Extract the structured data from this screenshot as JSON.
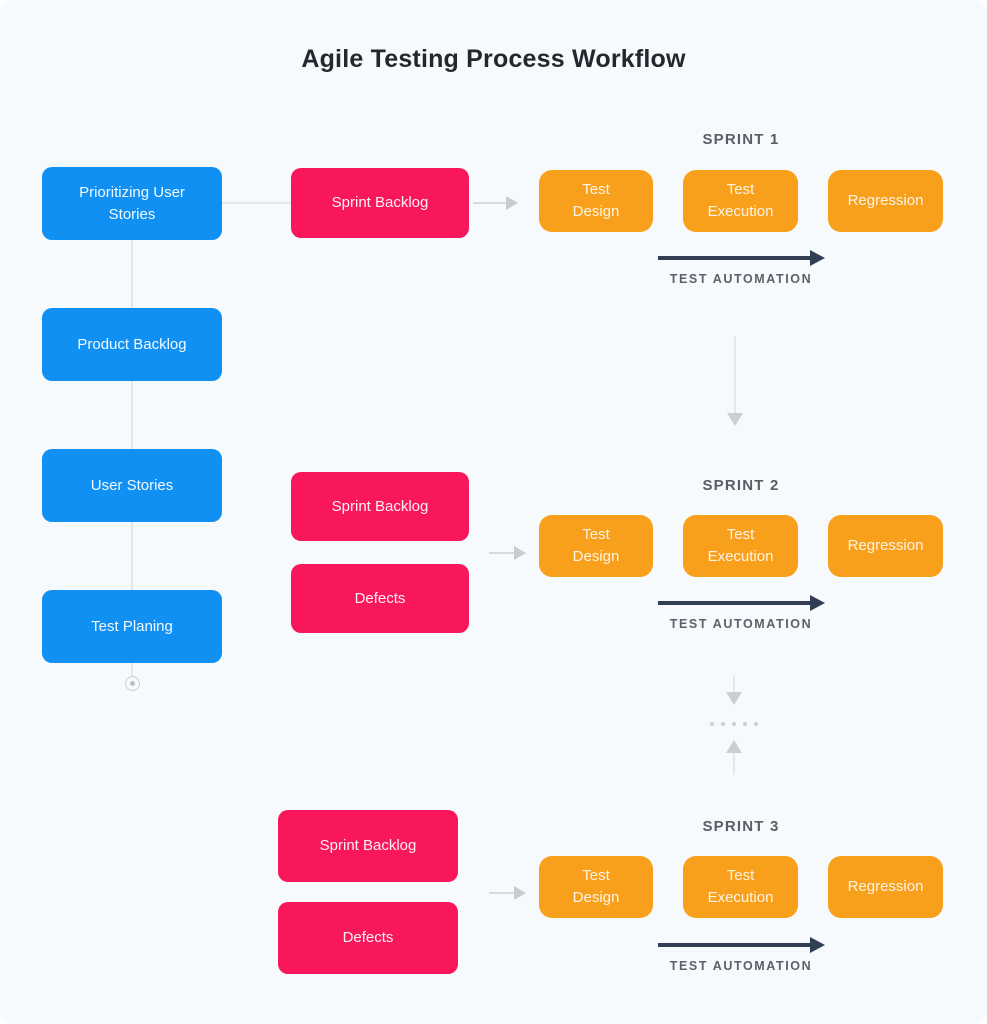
{
  "title": "Agile Testing Process Workflow",
  "planning_flow": {
    "nodes": [
      "Prioritizing User Stories",
      "Product Backlog",
      "User Stories",
      "Test Planing"
    ]
  },
  "sprints": [
    {
      "label": "SPRINT 1",
      "sprint_backlog": "Sprint Backlog",
      "stages": [
        {
          "line1": "Test",
          "line2": "Design"
        },
        {
          "line1": "Test",
          "line2": "Execution"
        },
        {
          "line1": "Regression"
        }
      ],
      "automation_label": "TEST AUTOMATION"
    },
    {
      "label": "SPRINT 2",
      "sprint_backlog": "Sprint Backlog",
      "defects": "Defects",
      "stages": [
        {
          "line1": "Test",
          "line2": "Design"
        },
        {
          "line1": "Test",
          "line2": "Execution"
        },
        {
          "line1": "Regression"
        }
      ],
      "automation_label": "TEST AUTOMATION"
    },
    {
      "label": "SPRINT 3",
      "sprint_backlog": "Sprint Backlog",
      "defects": "Defects",
      "stages": [
        {
          "line1": "Test",
          "line2": "Design"
        },
        {
          "line1": "Test",
          "line2": "Execution"
        },
        {
          "line1": "Regression"
        }
      ],
      "automation_label": "TEST AUTOMATION"
    }
  ],
  "colors": {
    "background": "#F7FAFD",
    "node_blue": "#1090F2",
    "node_pink": "#F9175C",
    "node_orange": "#F8A01C",
    "automation_arrow": "#323E53",
    "connector_gray": "#D5DADE",
    "title_text": "#23272E"
  }
}
